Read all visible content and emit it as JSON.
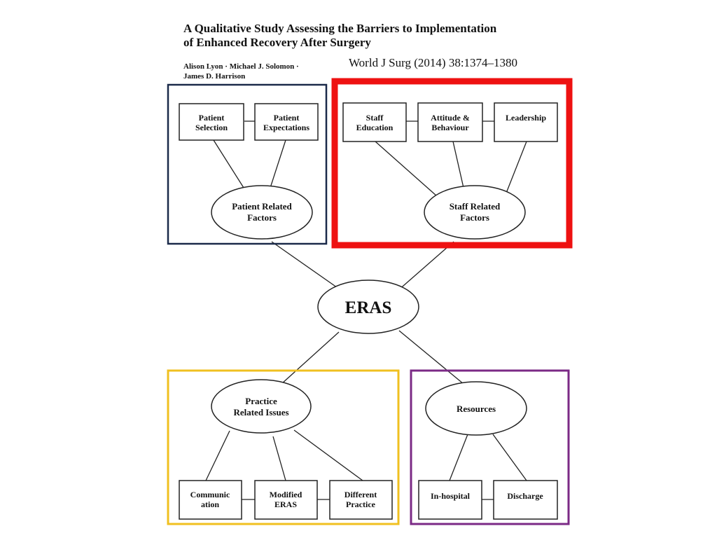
{
  "header": {
    "title_line1": "A Qualitative Study Assessing the Barriers to Implementation",
    "title_line2": "of Enhanced Recovery After Surgery",
    "authors_line1": "Alison Lyon · Michael J. Solomon ·",
    "authors_line2": "James D. Harrison",
    "journal": "World J Surg (2014) 38:1374–1380"
  },
  "colors": {
    "patient_frame": "#1b2a4a",
    "staff_frame": "#ee1111",
    "practice_frame": "#f0c020",
    "resources_frame": "#7b2a86"
  },
  "center": {
    "label": "ERAS"
  },
  "groups": {
    "patient": {
      "hub_line1": "Patient Related",
      "hub_line2": "Factors",
      "boxes": [
        {
          "line1": "Patient",
          "line2": "Selection"
        },
        {
          "line1": "Patient",
          "line2": "Expectations"
        }
      ]
    },
    "staff": {
      "hub_line1": "Staff Related",
      "hub_line2": "Factors",
      "boxes": [
        {
          "line1": "Staff",
          "line2": "Education"
        },
        {
          "line1": "Attitude &",
          "line2": "Behaviour"
        },
        {
          "line1": "Leadership",
          "line2": ""
        }
      ]
    },
    "practice": {
      "hub_line1": "Practice",
      "hub_line2": "Related Issues",
      "boxes": [
        {
          "line1": "Communic",
          "line2": "ation"
        },
        {
          "line1": "Modified",
          "line2": "ERAS"
        },
        {
          "line1": "Different",
          "line2": "Practice"
        }
      ]
    },
    "resources": {
      "hub_line1": "Resources",
      "boxes": [
        {
          "line1": "In-hospital"
        },
        {
          "line1": "Discharge"
        }
      ]
    }
  }
}
